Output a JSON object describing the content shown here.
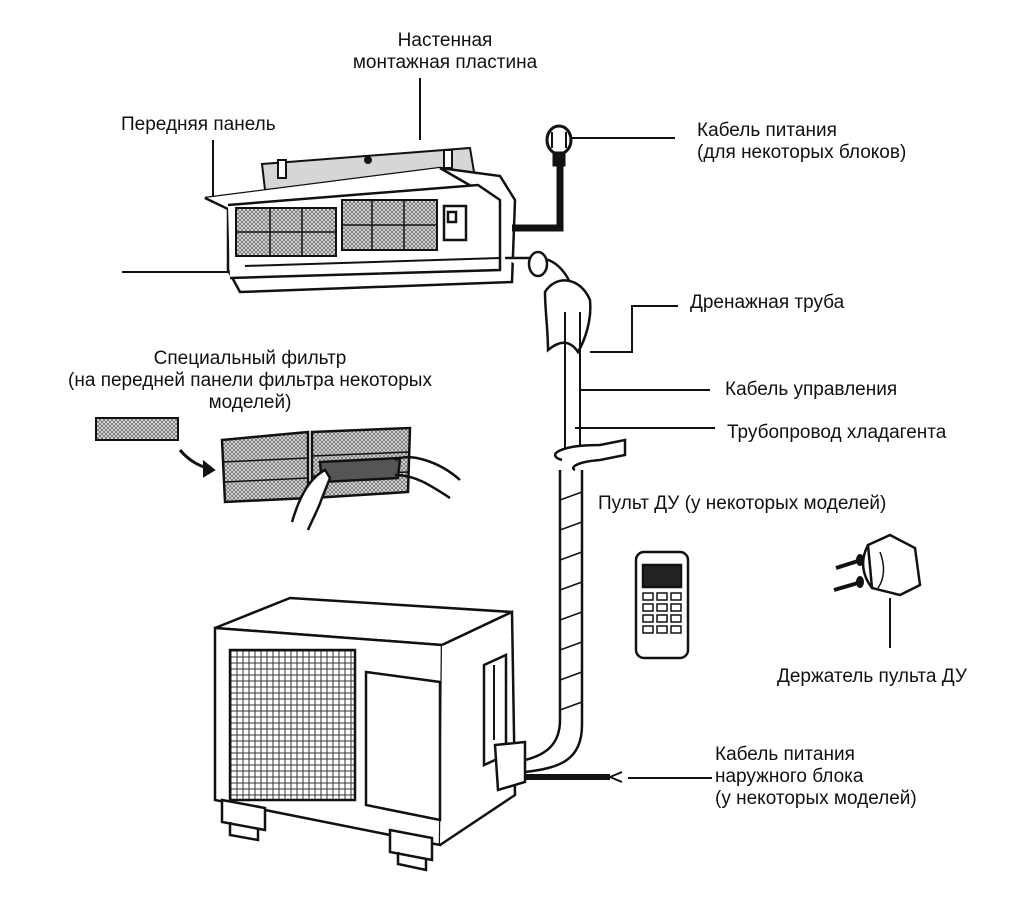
{
  "labels": {
    "wall_plate": [
      "Настенная",
      "монтажная пластина"
    ],
    "front_panel": "Передняя панель",
    "power_cable": [
      "Кабель питания",
      "(для некоторых блоков)"
    ],
    "drain_pipe": "Дренажная труба",
    "special_filter": [
      "Специальный фильтр",
      "(на передней панели фильтра некоторых",
      "моделей)"
    ],
    "control_cable": "Кабель управления",
    "refrigerant_pipe": "Трубопровод хладагента",
    "remote": "Пульт ДУ (у некоторых моделей)",
    "remote_holder": "Держатель пульта ДУ",
    "outdoor_power_cable": [
      "Кабель питания",
      "наружного блока",
      "(у некоторых моделей)"
    ]
  },
  "colors": {
    "line": "#111111",
    "fill": "#ffffff",
    "mesh": "#9a9a9a"
  },
  "icons": [
    "indoor-unit-icon",
    "outdoor-unit-icon",
    "remote-control-icon",
    "remote-holder-icon",
    "filter-icon",
    "plug-icon",
    "screw-icon"
  ]
}
